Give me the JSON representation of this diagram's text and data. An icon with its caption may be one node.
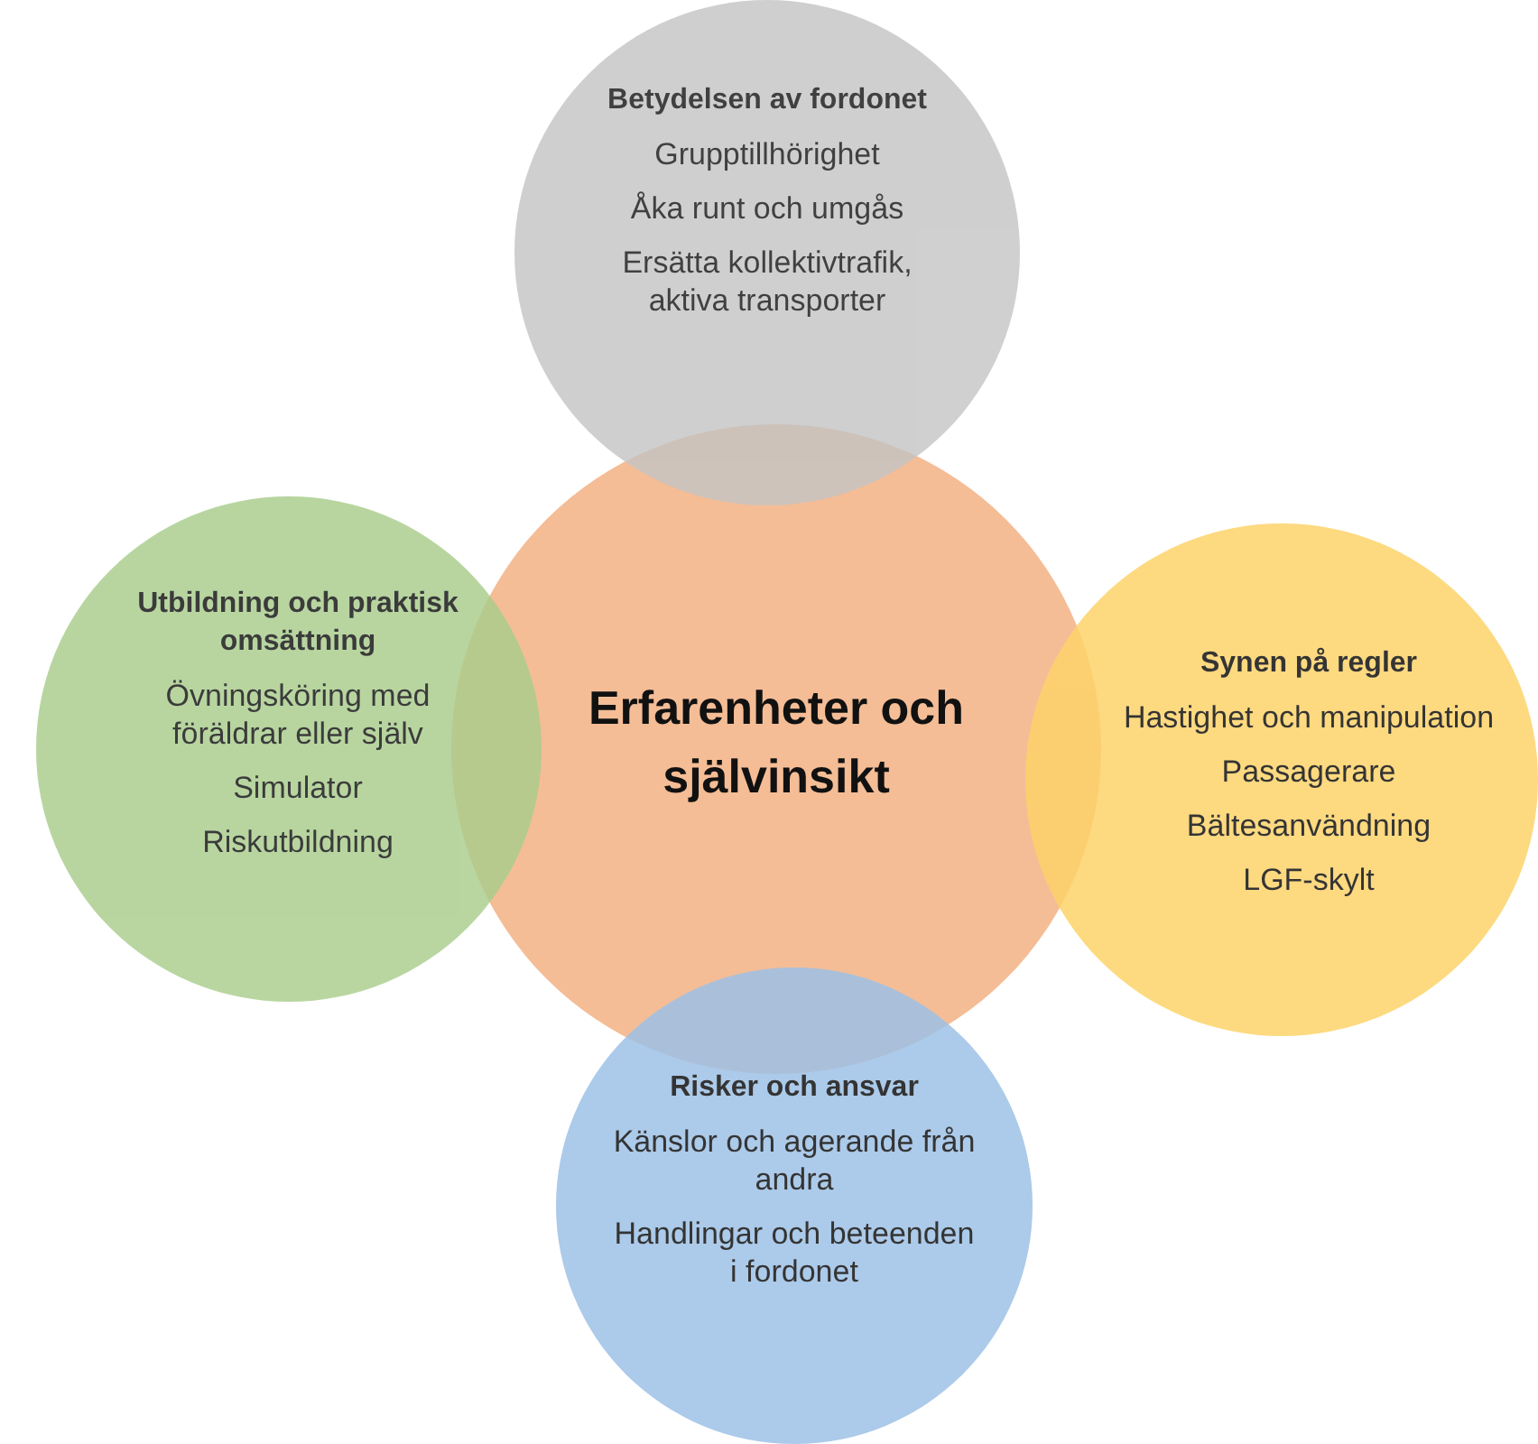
{
  "diagram": {
    "nodes": [
      {
        "text": [
          "Betydelsen av fordonet",
          "Grupptillhörighet",
          "Åka runt och umgås",
          "Ersätta kollektivtrafik, aktiva transporter"
        ]
      },
      {
        "text": [
          "Utbildning och praktisk omsättning",
          "Övningsköring med föräldrar eller själv",
          "Simulator",
          "Riskutbildning"
        ]
      },
      {
        "text": [
          "Erfarenheter och självinsikt"
        ]
      },
      {
        "text": [
          "Synen på regler",
          "Hastighet och manipulation",
          "Passagerare",
          "Bältesanvändning",
          "LGF-skylt"
        ]
      },
      {
        "text": [
          "Risker och ansvar",
          "Känslor och agerande från andra",
          "Handlingar och beteenden i fordonet"
        ]
      }
    ],
    "edges": []
  }
}
